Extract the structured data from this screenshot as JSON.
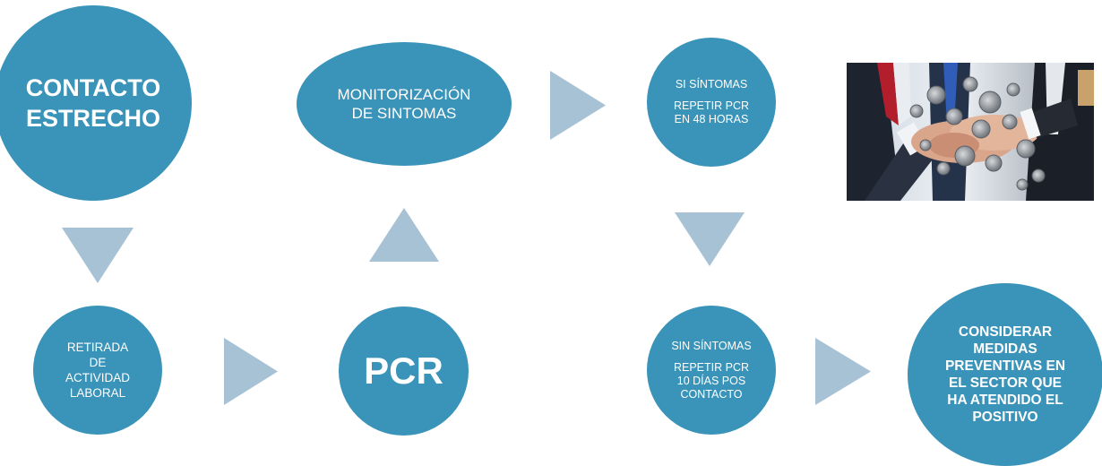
{
  "nodes": {
    "contacto": {
      "lines": [
        "CONTACTO",
        "ESTRECHO"
      ]
    },
    "retirada": {
      "lines": [
        "RETIRADA",
        "DE",
        "ACTIVIDAD",
        "LABORAL"
      ]
    },
    "pcr": {
      "label": "PCR"
    },
    "monitorizacion": {
      "lines": [
        "MONITORIZACIÓN",
        "DE SINTOMAS"
      ]
    },
    "si_sintomas": {
      "heading": "SI SÍNTOMAS",
      "lines": [
        "REPETIR PCR",
        "EN 48 HORAS"
      ]
    },
    "sin_sintomas": {
      "heading": "SIN SÍNTOMAS",
      "lines": [
        "REPETIR PCR",
        "10 DÍAS POS",
        "CONTACTO"
      ]
    },
    "considerar": {
      "lines": [
        "CONSIDERAR",
        "MEDIDAS",
        "PREVENTIVAS EN",
        "EL SECTOR QUE",
        "HA ATENDIDO EL",
        "POSITIVO"
      ]
    }
  },
  "photo": {
    "icon": "handshake-virus-photo"
  },
  "colors": {
    "node": "#3a93b8",
    "arrow": "#a7c1d5",
    "text": "#ffffff",
    "background": "#ffffff"
  }
}
